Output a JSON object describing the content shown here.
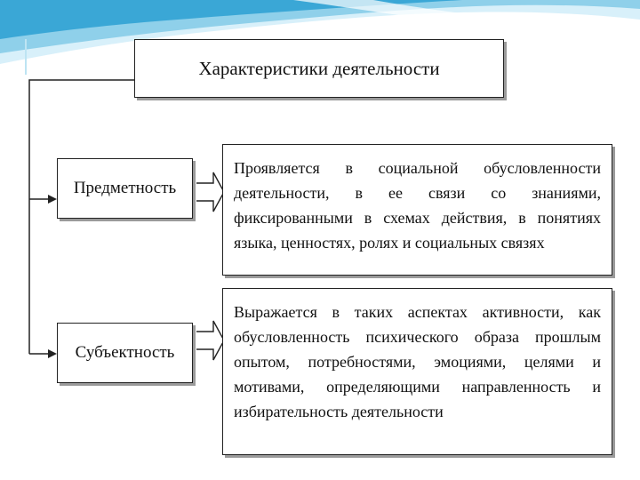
{
  "diagram": {
    "title": "Характеристики деятельности",
    "items": [
      {
        "label": "Предметность",
        "description": "Проявляется в социальной обусловленности деятельности, в ее связи со знаниями, фиксированными в схемах действия, в понятиях языка, ценностях, ролях и социальных связях"
      },
      {
        "label": "Субъектность",
        "description": "Выражается в таких аспектах активности, как обусловленность психического образа прошлым опытом, потребностями, эмоциями, целями и мотивами, определяющими направленность и избирательность деятельности"
      }
    ]
  },
  "colors": {
    "accent_light": "#bfe6f5",
    "accent": "#5fb6dc",
    "accent_dark": "#2a8fc0",
    "line": "#222222",
    "shadow": "#9a9a9a"
  }
}
